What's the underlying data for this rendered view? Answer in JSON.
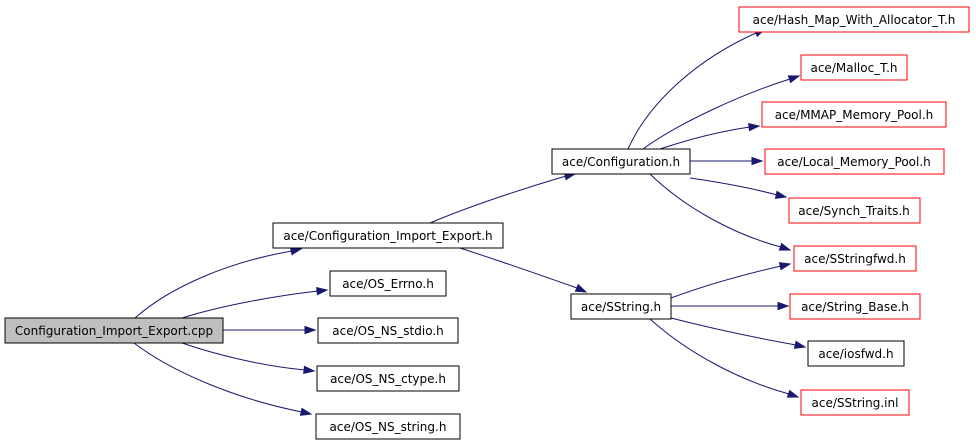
{
  "diagram": {
    "colors": {
      "root_fill": "#bfbfbf",
      "root_border": "#000000",
      "node_border": "#000000",
      "node_fill": "#ffffff",
      "external_border": "#ff0000",
      "edge": "#191970"
    },
    "nodes": {
      "root": {
        "label": "Configuration_Import_Export.cpp",
        "kind": "root"
      },
      "cie_h": {
        "label": "ace/Configuration_Import_Export.h",
        "kind": "normal"
      },
      "os_errno": {
        "label": "ace/OS_Errno.h",
        "kind": "normal"
      },
      "os_stdio": {
        "label": "ace/OS_NS_stdio.h",
        "kind": "normal"
      },
      "os_ctype": {
        "label": "ace/OS_NS_ctype.h",
        "kind": "normal"
      },
      "os_string": {
        "label": "ace/OS_NS_string.h",
        "kind": "normal"
      },
      "config_h": {
        "label": "ace/Configuration.h",
        "kind": "normal"
      },
      "sstring_h": {
        "label": "ace/SString.h",
        "kind": "normal"
      },
      "hash_map": {
        "label": "ace/Hash_Map_With_Allocator_T.h",
        "kind": "external"
      },
      "malloc_t": {
        "label": "ace/Malloc_T.h",
        "kind": "external"
      },
      "mmap_pool": {
        "label": "ace/MMAP_Memory_Pool.h",
        "kind": "external"
      },
      "local_pool": {
        "label": "ace/Local_Memory_Pool.h",
        "kind": "external"
      },
      "synch_traits": {
        "label": "ace/Synch_Traits.h",
        "kind": "external"
      },
      "sstringfwd": {
        "label": "ace/SStringfwd.h",
        "kind": "external"
      },
      "string_base": {
        "label": "ace/String_Base.h",
        "kind": "external"
      },
      "iosfwd": {
        "label": "ace/iosfwd.h",
        "kind": "normal"
      },
      "sstring_inl": {
        "label": "ace/SString.inl",
        "kind": "external"
      }
    },
    "edges": [
      {
        "from": "root",
        "to": "cie_h"
      },
      {
        "from": "root",
        "to": "os_errno"
      },
      {
        "from": "root",
        "to": "os_stdio"
      },
      {
        "from": "root",
        "to": "os_ctype"
      },
      {
        "from": "root",
        "to": "os_string"
      },
      {
        "from": "cie_h",
        "to": "config_h"
      },
      {
        "from": "cie_h",
        "to": "sstring_h"
      },
      {
        "from": "config_h",
        "to": "hash_map"
      },
      {
        "from": "config_h",
        "to": "malloc_t"
      },
      {
        "from": "config_h",
        "to": "mmap_pool"
      },
      {
        "from": "config_h",
        "to": "local_pool"
      },
      {
        "from": "config_h",
        "to": "synch_traits"
      },
      {
        "from": "config_h",
        "to": "sstringfwd"
      },
      {
        "from": "sstring_h",
        "to": "sstringfwd"
      },
      {
        "from": "sstring_h",
        "to": "string_base"
      },
      {
        "from": "sstring_h",
        "to": "iosfwd"
      },
      {
        "from": "sstring_h",
        "to": "sstring_inl"
      }
    ]
  }
}
